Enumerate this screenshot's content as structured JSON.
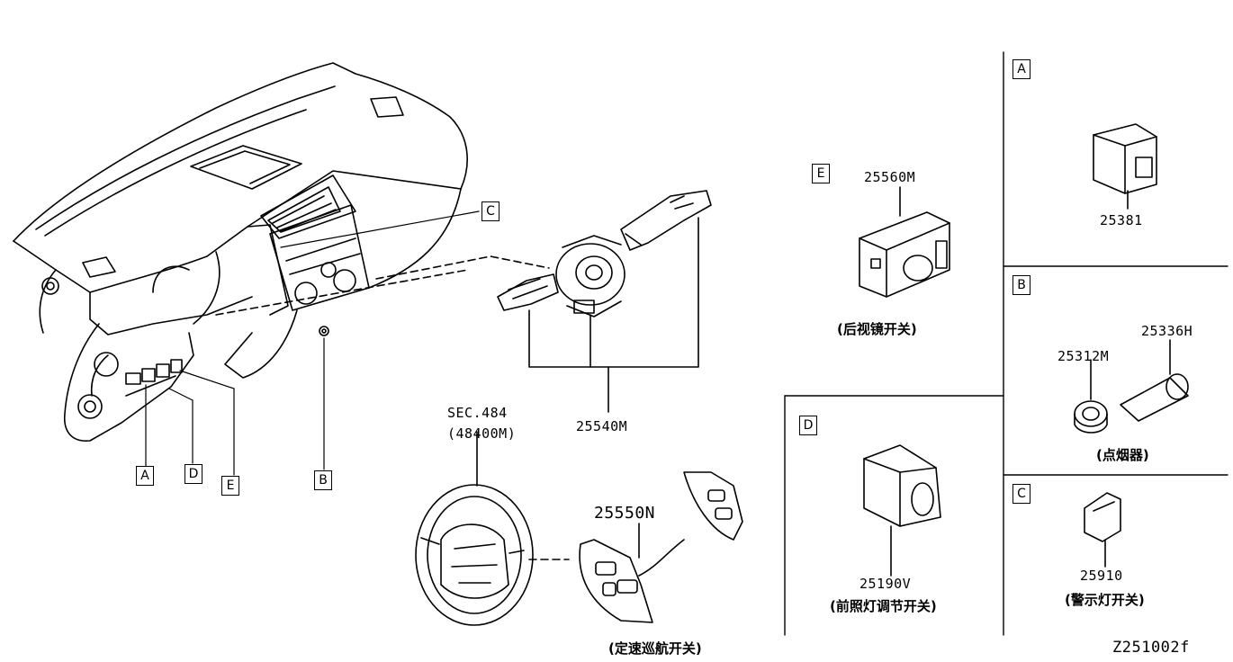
{
  "diagram": {
    "part_numbers": {
      "p25560M": "25560M",
      "p25381": "25381",
      "p25336H": "25336H",
      "p25312M": "25312M",
      "p25540M": "25540M",
      "p25550N": "25550N",
      "p25190V": "25190V",
      "p25910": "25910"
    },
    "section_ref": "SEC.484",
    "section_part": "(48400M)",
    "captions": {
      "mirror_switch": "(后视镜开关)",
      "cigar_lighter": "(点烟器)",
      "cruise_switch": "(定速巡航开关)",
      "headlamp_switch": "(前照灯调节开关)",
      "hazard_switch": "(警示灯开关)"
    },
    "callouts": {
      "A": "A",
      "B": "B",
      "C": "C",
      "D": "D",
      "E": "E"
    },
    "drawing_code": "Z251002f"
  }
}
